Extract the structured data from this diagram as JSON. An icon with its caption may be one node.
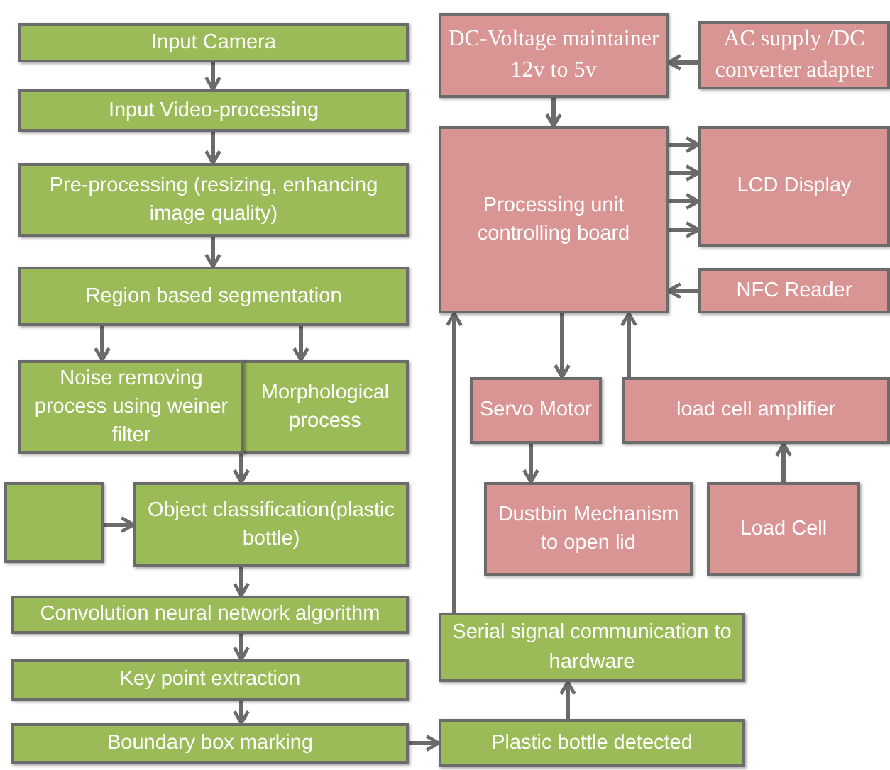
{
  "diagram": {
    "nodes": [
      {
        "text": [
          "Input Camera"
        ]
      },
      {
        "text": [
          "Input  Video-processing"
        ]
      },
      {
        "text": [
          "Pre-processing (resizing, enhancing image quality)"
        ]
      },
      {
        "text": [
          "Region based segmentation"
        ]
      },
      {
        "text": [
          "Noise removing process using weiner filter"
        ]
      },
      {
        "text": [
          "Morphological process"
        ]
      },
      {
        "text": [],
        "shape": "box"
      },
      {
        "text": [
          "Object classification(plastic bottle)"
        ]
      },
      {
        "text": [
          "Convolution neural network   algorithm"
        ]
      },
      {
        "text": [
          "Key  point extraction"
        ]
      },
      {
        "text": [
          "Boundary box marking"
        ]
      },
      {
        "text": [
          "DC-Voltage maintainer 12v to 5v"
        ]
      },
      {
        "text": [
          "AC supply /DC converter adapter"
        ]
      },
      {
        "text": [
          "Processing unit controlling board"
        ]
      },
      {
        "text": [
          "LCD Display"
        ]
      },
      {
        "text": [
          "NFC Reader"
        ]
      },
      {
        "text": [
          "Servo Motor"
        ]
      },
      {
        "text": [
          "load cell amplifier"
        ]
      },
      {
        "text": [
          "Dustbin Mechanism to open lid"
        ]
      },
      {
        "text": [
          "Load Cell"
        ]
      },
      {
        "text": [
          "Serial signal communication to hardware"
        ]
      },
      {
        "text": [
          "Plastic bottle detected"
        ]
      }
    ],
    "edges": [
      {
        "from": 0,
        "to": 1,
        "arrow": "to"
      },
      {
        "from": 1,
        "to": 2,
        "arrow": "to"
      },
      {
        "from": 2,
        "to": 3,
        "arrow": "to"
      },
      {
        "from": 3,
        "to": 4,
        "arrow": "to"
      },
      {
        "from": 3,
        "to": 5,
        "arrow": "to"
      },
      {
        "from": 4,
        "to": 7,
        "arrow": "to"
      },
      {
        "from": 5,
        "to": 7,
        "arrow": "to"
      },
      {
        "from": 6,
        "to": 7,
        "arrow": "to"
      },
      {
        "from": 7,
        "to": 8,
        "arrow": "to"
      },
      {
        "from": 8,
        "to": 9,
        "arrow": "to"
      },
      {
        "from": 9,
        "to": 10,
        "arrow": "to"
      },
      {
        "from": 10,
        "to": 21,
        "arrow": "to"
      },
      {
        "from": 21,
        "to": 20,
        "arrow": "to"
      },
      {
        "from": 20,
        "to": 13,
        "arrow": "to"
      },
      {
        "from": 12,
        "to": 11,
        "arrow": "to"
      },
      {
        "from": 11,
        "to": 13,
        "arrow": "to"
      },
      {
        "from": 13,
        "to": 14,
        "arrow": "to"
      },
      {
        "from": 13,
        "to": 14,
        "arrow": "to"
      },
      {
        "from": 13,
        "to": 14,
        "arrow": "to"
      },
      {
        "from": 13,
        "to": 14,
        "arrow": "to"
      },
      {
        "from": 15,
        "to": 13,
        "arrow": "to"
      },
      {
        "from": 13,
        "to": 16,
        "arrow": "to"
      },
      {
        "from": 17,
        "to": 13,
        "arrow": "to"
      },
      {
        "from": 16,
        "to": 18,
        "arrow": "to"
      },
      {
        "from": 19,
        "to": 17,
        "arrow": "to"
      }
    ]
  }
}
